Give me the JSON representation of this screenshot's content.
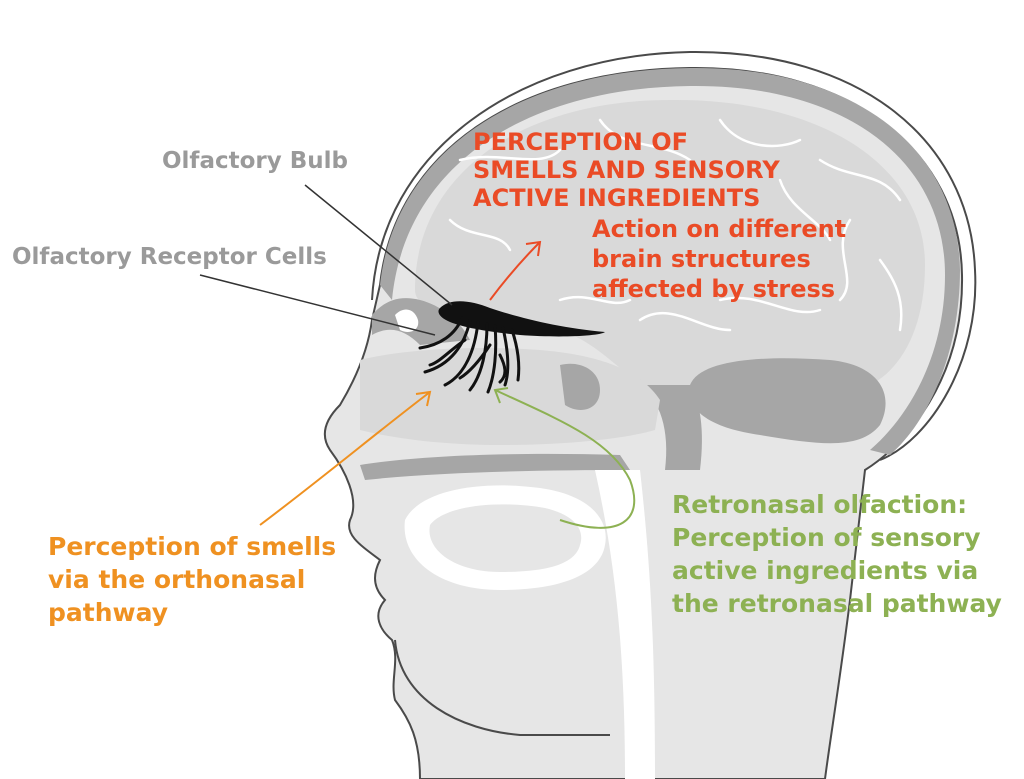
{
  "labels": {
    "olfactory_bulb": "Olfactory Bulb",
    "olfactory_receptor_cells": "Olfactory Receptor Cells",
    "perception_heading": [
      "PERCEPTION OF",
      "SMELLS AND SENSORY",
      "ACTIVE INGREDIENTS"
    ],
    "brain_action": [
      "Action on different",
      "brain structures",
      "affected by stress"
    ],
    "orthonasal": [
      "Perception of smells",
      "via the orthonasal",
      "pathway"
    ],
    "retronasal": [
      "Retronasal olfaction:",
      "Perception of sensory",
      "active ingredients via",
      "the retronasal pathway"
    ]
  },
  "colors": {
    "gray_label": "#9a9a9a",
    "red": "#ea4b26",
    "orange": "#ef9121",
    "green": "#8db153",
    "head_fill": "#e6e6e6",
    "brain_fill": "#d9d9d9",
    "dark_gray": "#a6a6a6",
    "bulb": "#111111"
  }
}
